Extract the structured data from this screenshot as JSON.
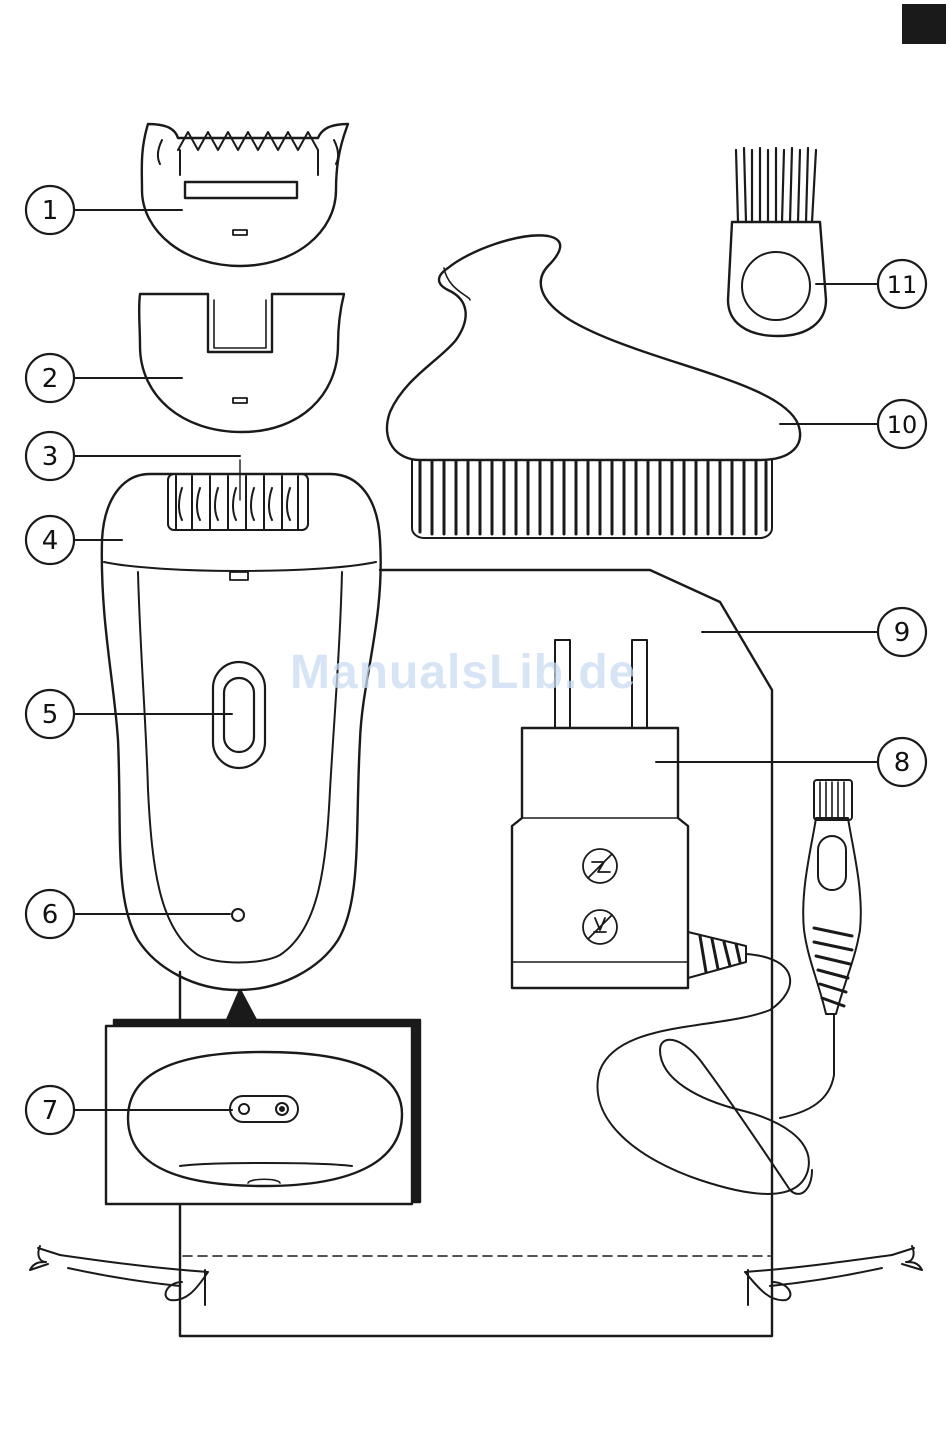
{
  "watermark": "ManualsLib.de",
  "callouts": [
    {
      "number": "1"
    },
    {
      "number": "2"
    },
    {
      "number": "3"
    },
    {
      "number": "4"
    },
    {
      "number": "5"
    },
    {
      "number": "6"
    },
    {
      "number": "7"
    },
    {
      "number": "8"
    },
    {
      "number": "9"
    },
    {
      "number": "10"
    },
    {
      "number": "11"
    }
  ]
}
